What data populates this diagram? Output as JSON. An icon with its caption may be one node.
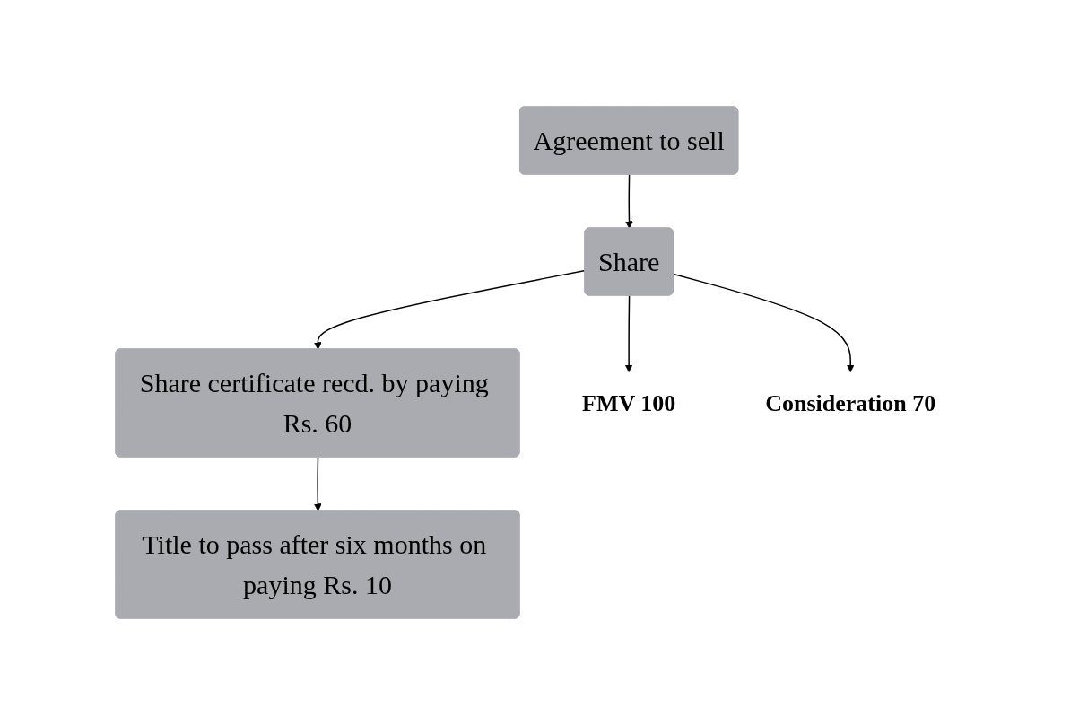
{
  "diagram": {
    "nodes": [
      {
        "text": [
          "Agreement to sell"
        ]
      },
      {
        "text": [
          "Share"
        ]
      },
      {
        "text": [
          "Share certificate recd. by paying Rs. 60"
        ]
      },
      {
        "text": [
          "Title to pass after six months on paying Rs. 10"
        ]
      },
      {
        "text": [
          "FMV 100"
        ]
      },
      {
        "text": [
          "Consideration 70"
        ]
      }
    ],
    "edges": [
      {
        "from": 0,
        "to": 1,
        "arrow": "to"
      },
      {
        "from": 1,
        "to": 4,
        "arrow": "to"
      },
      {
        "from": 1,
        "to": 5,
        "arrow": "to"
      },
      {
        "from": 1,
        "to": 2,
        "arrow": "to"
      },
      {
        "from": 2,
        "to": 3,
        "arrow": "to"
      }
    ]
  }
}
